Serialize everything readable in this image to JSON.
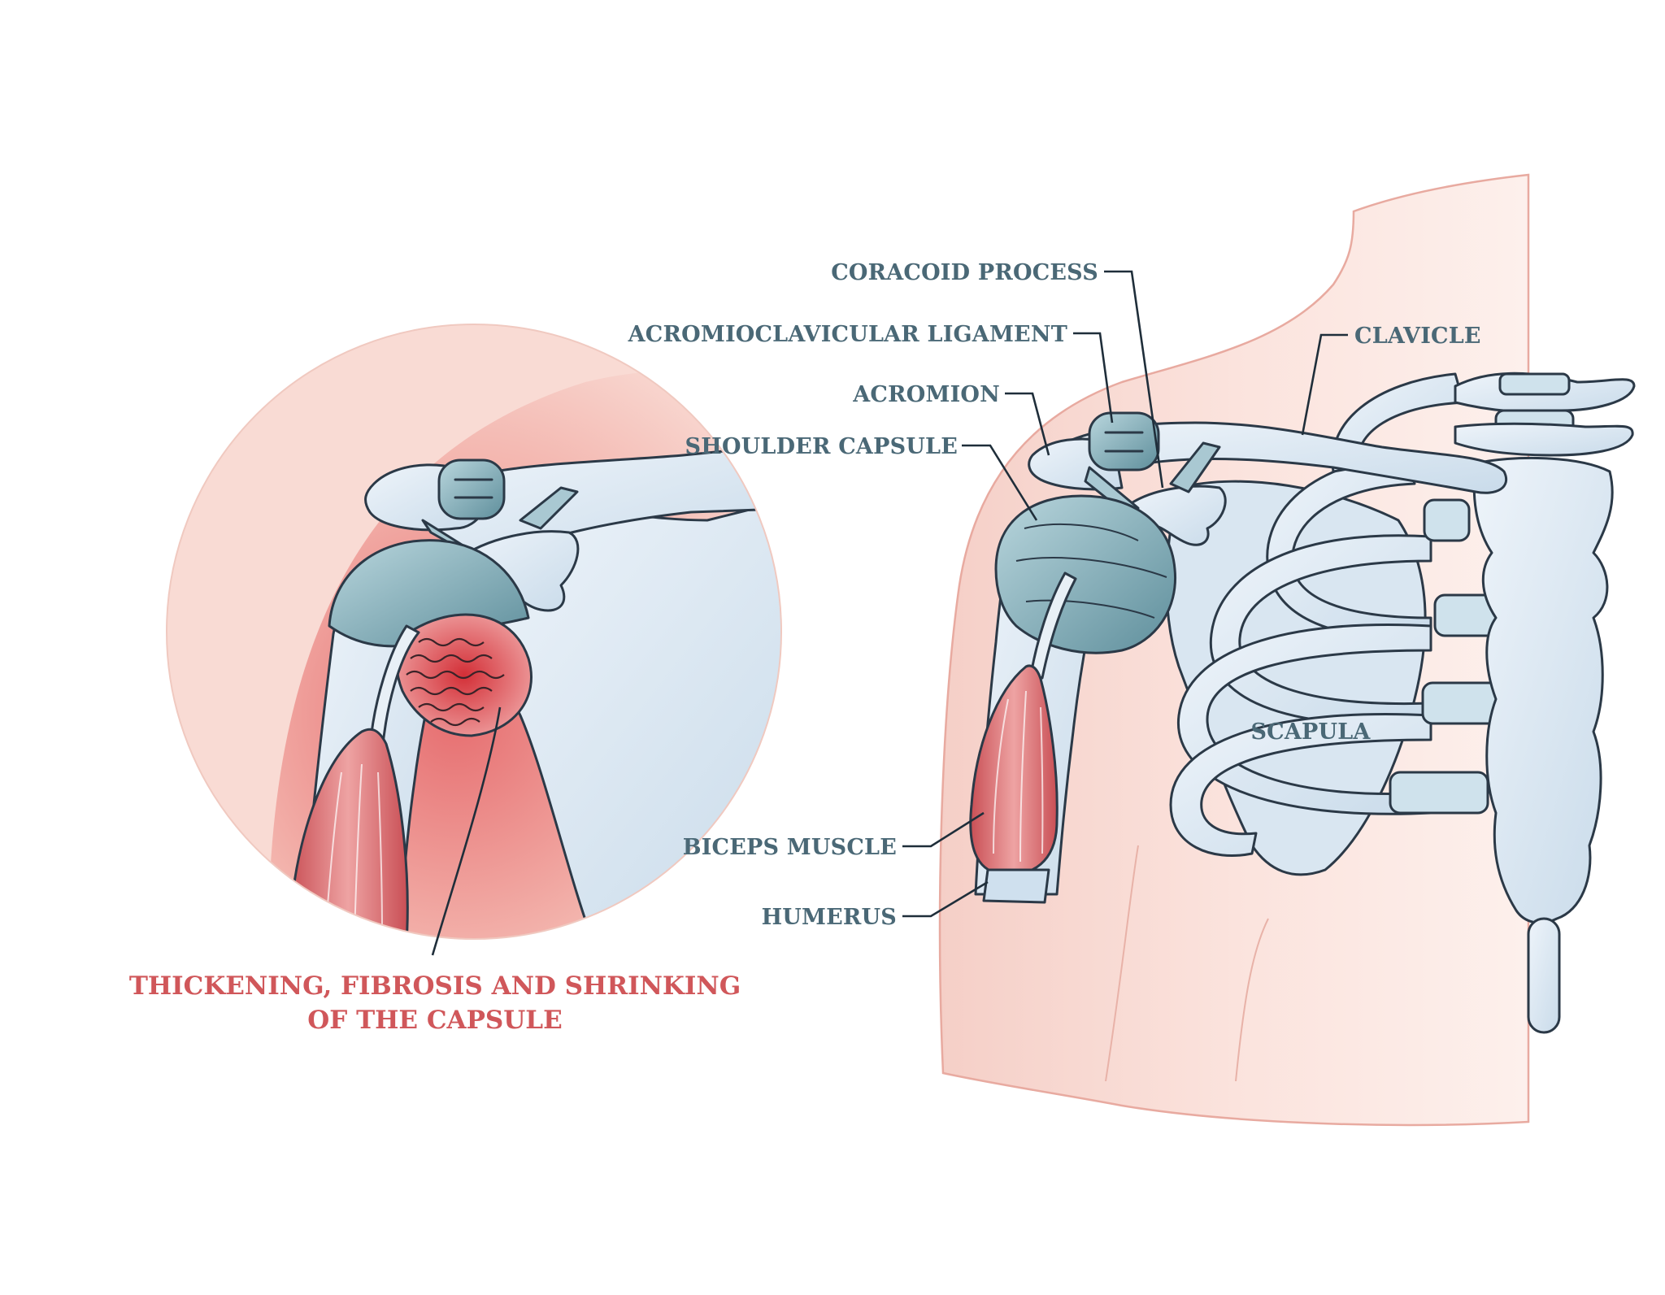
{
  "labels": {
    "coracoid_process": "CORACOID PROCESS",
    "acromioclavicular_ligament": "ACROMIOCLAVICULAR LIGAMENT",
    "acromion": "ACROMION",
    "shoulder_capsule": "SHOULDER CAPSULE",
    "clavicle": "CLAVICLE",
    "scapula": "SCAPULA",
    "biceps_muscle": "BICEPS MUSCLE",
    "humerus": "HUMERUS"
  },
  "caption": {
    "line1": "THICKENING, FIBROSIS AND SHRINKING",
    "line2": "OF THE CAPSULE"
  },
  "colors": {
    "label_text": "#4a6876",
    "caption_text": "#d0575a",
    "skin": "#f8d9d2",
    "bone": "#dde9f3",
    "capsule": "#7fa9b5",
    "muscle": "#d9686c",
    "fibrosis": "#c8313a"
  }
}
